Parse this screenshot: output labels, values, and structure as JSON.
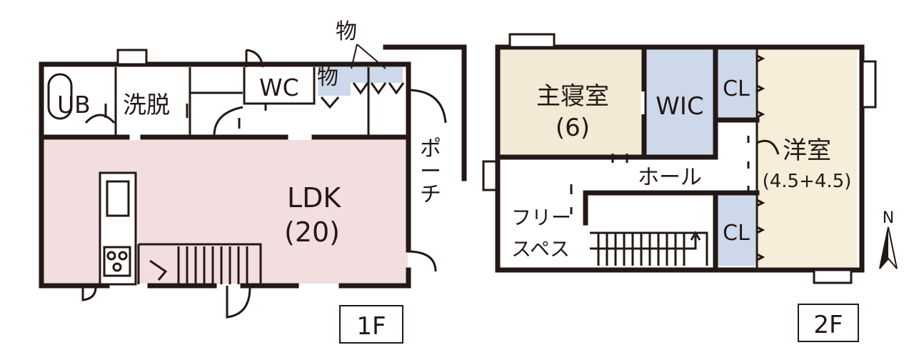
{
  "floor1": {
    "ub": "UB",
    "senatsu": "洗脱",
    "wc": "WC",
    "storage_lower": "物",
    "storage_upper": "物",
    "porch": [
      "ポ",
      "ー",
      "チ"
    ],
    "ldk": "LDK",
    "ldk_size": "(20)",
    "badge": "1F"
  },
  "floor2": {
    "master": "主寝室",
    "master_size": "(6)",
    "wic": "WIC",
    "cl_top": "CL",
    "cl_bottom": "CL",
    "western": "洋室",
    "western_size": "(4.5+4.5)",
    "hall": "ホール",
    "free_space": [
      "フリー",
      "スペス"
    ],
    "badge": "2F"
  },
  "compass": "N",
  "colors": {
    "wall": "#231815",
    "ldk_fill": "#f2dedf",
    "master_fill": "#f3ead6",
    "western_fill": "#f6eed8",
    "closet_fill": "#cdd9ea",
    "storage_fill": "#cdd9ea"
  }
}
